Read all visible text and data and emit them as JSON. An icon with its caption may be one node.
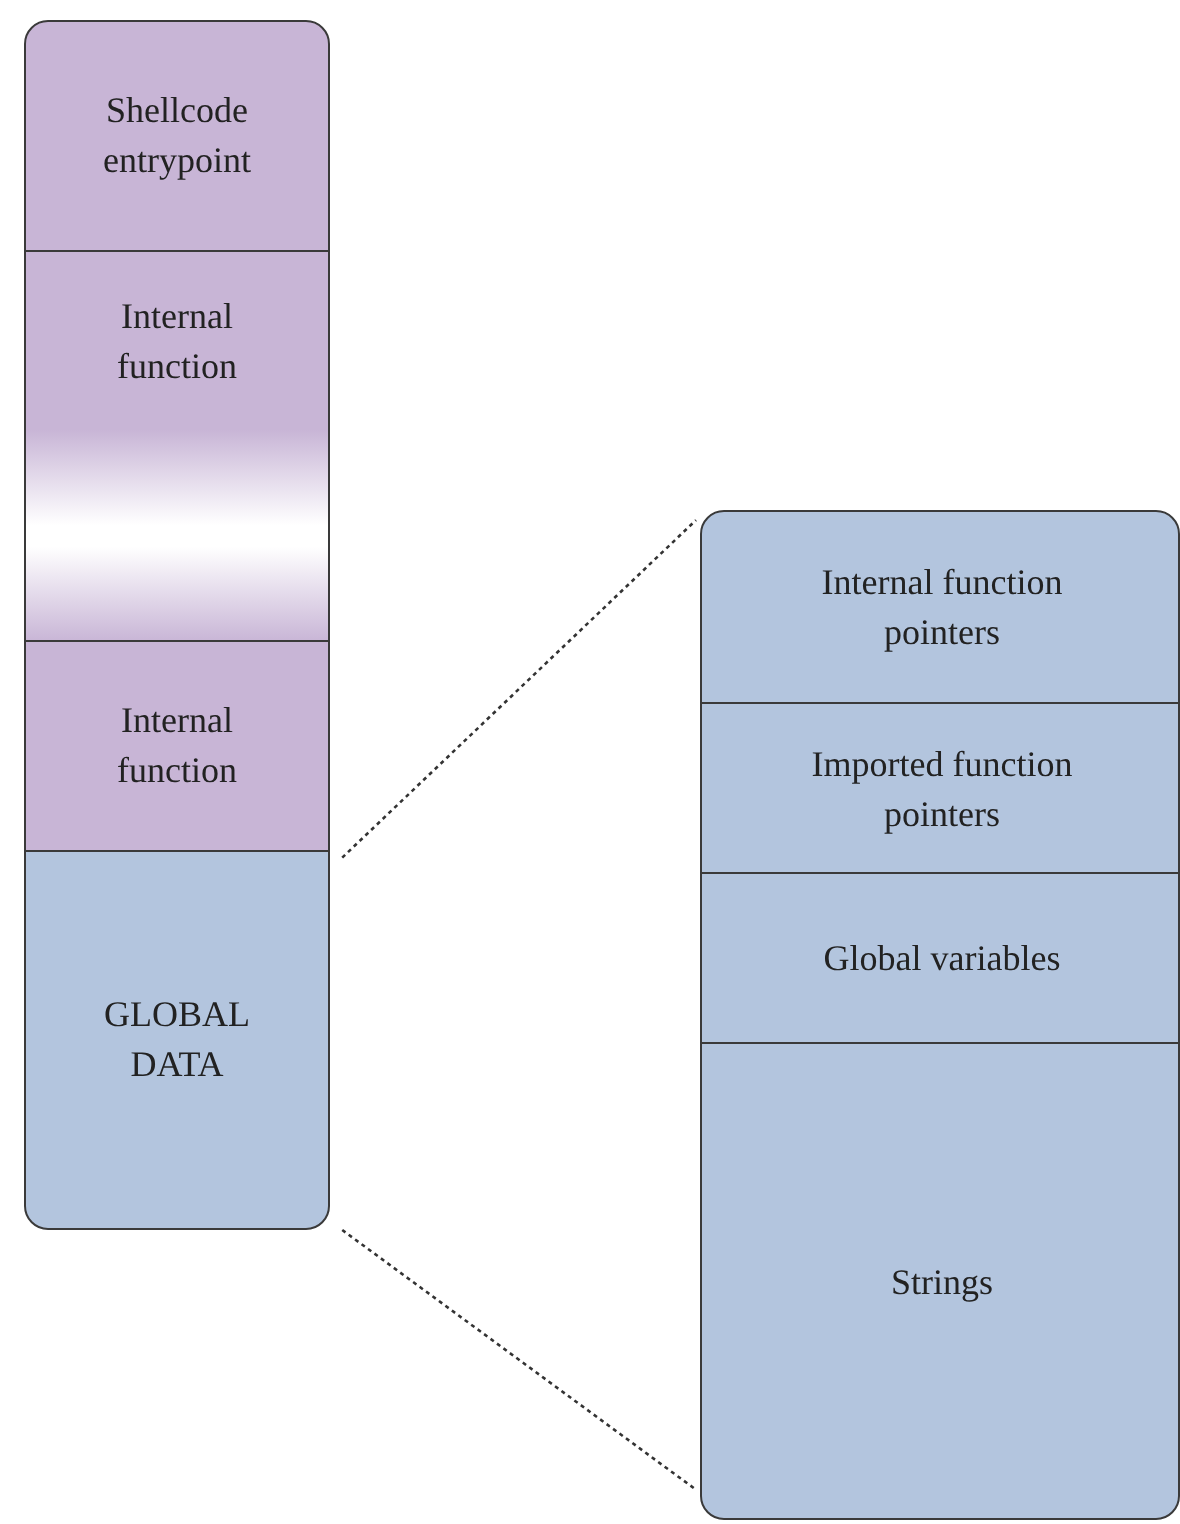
{
  "diagram": {
    "nodes": [
      {
        "text": [
          "Shellcode entrypoint"
        ]
      },
      {
        "text": [
          "Internal function"
        ]
      },
      {
        "text": [],
        "shape": "box"
      },
      {
        "text": [
          "Internal function"
        ]
      },
      {
        "text": [
          "GLOBAL DATA"
        ]
      },
      {
        "text": [],
        "shape": "box"
      },
      {
        "text": [
          "Internal function pointers"
        ],
        "in": 5
      },
      {
        "text": [
          "Imported function pointers"
        ],
        "in": 5
      },
      {
        "text": [
          "Global variables"
        ],
        "in": 5
      },
      {
        "text": [
          "Strings"
        ],
        "in": 5
      }
    ],
    "edges": [
      {
        "from": 4,
        "to": 5,
        "arrow": "none",
        "style": "dashed"
      },
      {
        "from": 4,
        "to": 5,
        "arrow": "none",
        "style": "dashed"
      }
    ]
  }
}
